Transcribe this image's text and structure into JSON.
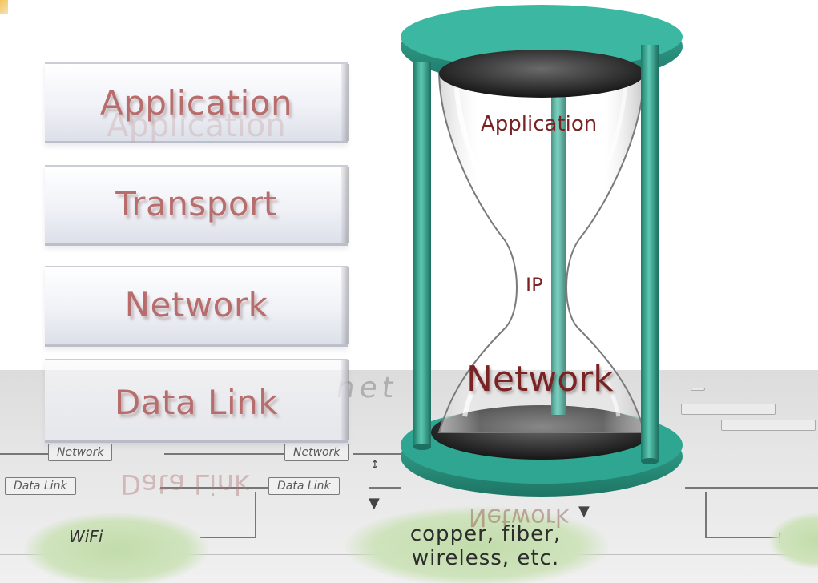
{
  "layer_stack": {
    "application": "Application",
    "transport": "Transport",
    "network": "Network",
    "data_link": "Data Link"
  },
  "hourglass": {
    "top": "Application",
    "waist": "IP",
    "bottom": "Network"
  },
  "floor_diagram": {
    "node_network_left": "Network",
    "node_network_mid": "Network",
    "node_datalink_left": "Data Link",
    "node_datalink_mid": "Data Link",
    "wifi": "WiFi",
    "media_line1": "copper, fiber,",
    "media_line2": "wireless, etc."
  },
  "colors": {
    "hourglass_frame": "#2e9c8a",
    "label_red": "#b86d6d",
    "hourglass_text": "#7a2325"
  }
}
